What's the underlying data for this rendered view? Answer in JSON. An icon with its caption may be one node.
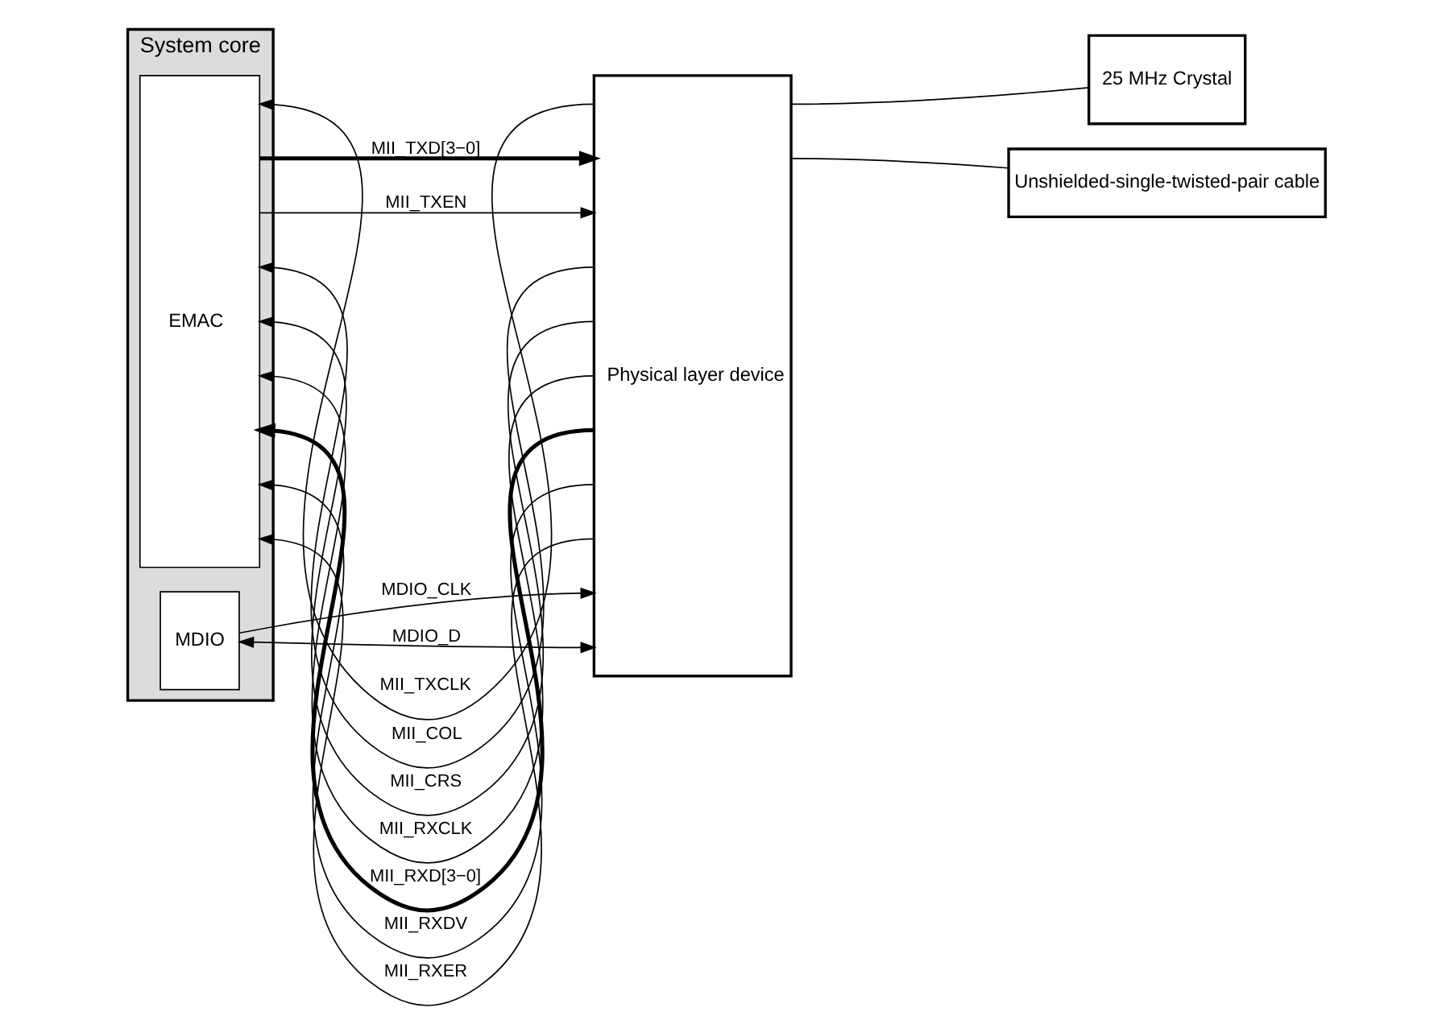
{
  "diagram": {
    "nodes": [
      {
        "text": [
          "System core"
        ]
      },
      {
        "text": [
          "EMAC"
        ],
        "in": 0
      },
      {
        "text": [
          "MDIO"
        ],
        "in": 0
      },
      {
        "text": [
          "Physical layer device"
        ]
      },
      {
        "text": [
          "25 MHz Crystal"
        ]
      },
      {
        "text": [
          "Unshielded-single-twisted-pair cable"
        ]
      }
    ],
    "edges": [
      {
        "from": 3,
        "to": 1,
        "arrow": "to",
        "label": "MII_TXCLK"
      },
      {
        "from": 1,
        "to": 3,
        "arrow": "to",
        "label": "MII_TXD[3−0]",
        "style": "thick"
      },
      {
        "from": 1,
        "to": 3,
        "arrow": "to",
        "label": "MII_TXEN"
      },
      {
        "from": 3,
        "to": 1,
        "arrow": "to",
        "label": "MII_COL"
      },
      {
        "from": 3,
        "to": 1,
        "arrow": "to",
        "label": "MII_CRS"
      },
      {
        "from": 3,
        "to": 1,
        "arrow": "to",
        "label": "MII_RXCLK"
      },
      {
        "from": 3,
        "to": 1,
        "arrow": "to",
        "label": "MII_RXD[3−0]",
        "style": "thick"
      },
      {
        "from": 3,
        "to": 1,
        "arrow": "to",
        "label": "MII_RXDV"
      },
      {
        "from": 3,
        "to": 1,
        "arrow": "to",
        "label": "MII_RXER"
      },
      {
        "from": 2,
        "to": 3,
        "arrow": "to",
        "label": "MDIO_CLK"
      },
      {
        "from": 2,
        "to": 3,
        "arrow": "both",
        "label": "MDIO_D"
      },
      {
        "from": 3,
        "to": 4,
        "arrow": "none"
      },
      {
        "from": 3,
        "to": 5,
        "arrow": "none"
      }
    ]
  }
}
